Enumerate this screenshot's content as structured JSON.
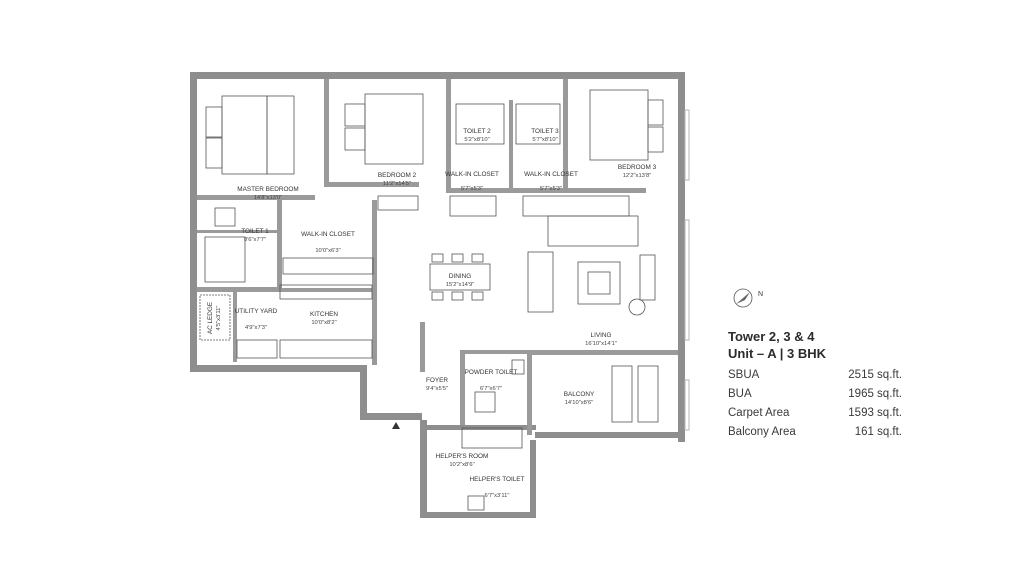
{
  "rooms": [
    {
      "name": "MASTER BEDROOM",
      "dims": "14'8\"x13'0\""
    },
    {
      "name": "BEDROOM 2",
      "dims": "11'2\"x14'5\""
    },
    {
      "name": "TOILET 2",
      "dims": "5'2\"x8'10\""
    },
    {
      "name": "TOILET 3",
      "dims": "5'7\"x8'10\""
    },
    {
      "name": "BEDROOM 3",
      "dims": "12'2\"x13'8\""
    },
    {
      "name": "WALK-IN CLOSET",
      "dims": "5'7\"x5'3\""
    },
    {
      "name": "WALK-IN CLOSET",
      "dims": "5'7\"x5'3\""
    },
    {
      "name": "TOILET 1",
      "dims": "8'6\"x7'7\""
    },
    {
      "name": "WALK-IN CLOSET",
      "dims": "10'0\"x6'3\""
    },
    {
      "name": "DINING",
      "dims": "15'2\"x14'9\""
    },
    {
      "name": "LIVING",
      "dims": "16'10\"x14'1\""
    },
    {
      "name": "UTILITY YARD",
      "dims": "4'9\"x7'3\""
    },
    {
      "name": "KITCHEN",
      "dims": "10'0\"x8'2\""
    },
    {
      "name": "AC LEDGE",
      "dims": "4'5\"x3'11\""
    },
    {
      "name": "FOYER",
      "dims": "9'4\"x5'5\""
    },
    {
      "name": "POWDER TOILET",
      "dims": "6'7\"x6'7\""
    },
    {
      "name": "BALCONY",
      "dims": "14'10\"x8'6\""
    },
    {
      "name": "HELPER'S ROOM",
      "dims": "10'2\"x8'6\""
    },
    {
      "name": "HELPER'S TOILET",
      "dims": "6'7\"x3'11\""
    }
  ],
  "compass": {
    "label": "N"
  },
  "info": {
    "title_line1": "Tower 2, 3 & 4",
    "title_line2": "Unit – A  |  3 BHK",
    "areas": [
      {
        "label": "SBUA",
        "value": "2515 sq.ft."
      },
      {
        "label": "BUA",
        "value": "1965 sq.ft."
      },
      {
        "label": "Carpet Area",
        "value": "1593 sq.ft."
      },
      {
        "label": "Balcony Area",
        "value": "161 sq.ft."
      }
    ]
  },
  "colors": {
    "wall": "#8e8e8e",
    "line": "#6f6f6f",
    "furniture": "#555555"
  }
}
